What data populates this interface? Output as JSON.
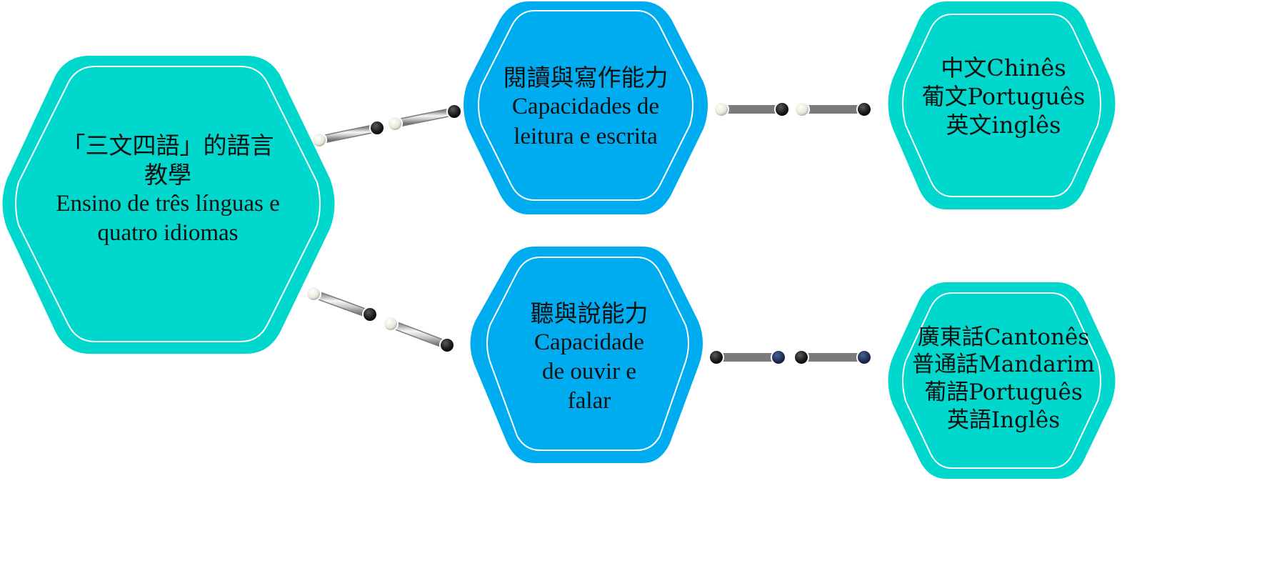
{
  "colors": {
    "teal": "#00d7cd",
    "blue": "#00acf0",
    "inner_outline": "#ffffff",
    "text": "#111111",
    "connector_dot_light": "#f2f2ea",
    "connector_dot_dark": "#1a1a1a",
    "connector_dot_navy": "#1e2f55"
  },
  "nodes": {
    "root": {
      "lines": [
        "「三文四語」的語言",
        "教學",
        "Ensino de três línguas e",
        "quatro idiomas"
      ]
    },
    "reading_writing": {
      "lines": [
        "閱讀與寫作能力",
        "Capacidades de",
        "leitura e escrita"
      ]
    },
    "listening_speaking": {
      "lines": [
        "聽與說能力",
        "Capacidade",
        "de ouvir e",
        "falar"
      ]
    },
    "written_languages": {
      "lines": [
        "中文Chinês",
        "葡文Português",
        "英文inglês"
      ]
    },
    "spoken_languages": {
      "lines": [
        "廣東話Cantonês",
        "普通話Mandarim",
        "葡語Português",
        "英語Inglês"
      ]
    }
  },
  "edges": [
    {
      "from": "root",
      "to": "reading_writing"
    },
    {
      "from": "root",
      "to": "listening_speaking"
    },
    {
      "from": "reading_writing",
      "to": "written_languages"
    },
    {
      "from": "listening_speaking",
      "to": "spoken_languages"
    }
  ]
}
